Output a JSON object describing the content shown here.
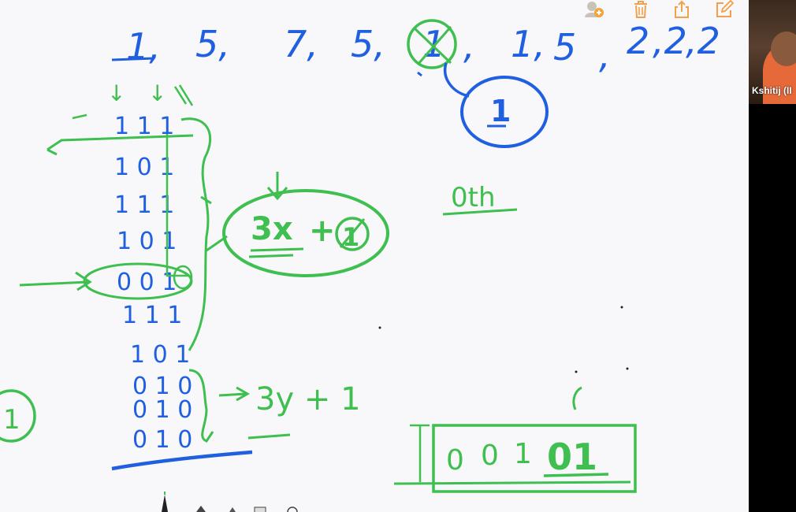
{
  "toolbar": {
    "buttons": [
      {
        "name": "add-participant",
        "icon": "person-plus-icon"
      },
      {
        "name": "delete",
        "icon": "trash-icon"
      },
      {
        "name": "share",
        "icon": "share-icon"
      },
      {
        "name": "edit",
        "icon": "compose-icon"
      }
    ]
  },
  "video": {
    "participant_name": "Kshitij (II"
  },
  "whiteboard": {
    "top_sequence": [
      "1,",
      "5,",
      "7,",
      "5,",
      "1",
      ",",
      "1,",
      "5",
      ",",
      "2",
      ",2",
      ",2"
    ],
    "circled_answer": "1",
    "column_arrows": "↓",
    "binary_rows": [
      "1 1 1",
      "1 0 1",
      "1 1 1",
      "1 0 1",
      "0 0 1",
      "1 1 1",
      "1 0 1",
      "0 1 0",
      "0 1 0",
      "0 1 0"
    ],
    "expr_top": "3x",
    "expr_plus": "+",
    "expr_circled": "1",
    "expr_bottom": "3y + 1",
    "side_mark": "0th",
    "left_circled": "1",
    "box_digits": [
      "0",
      "0",
      "1"
    ],
    "box_bold": "01"
  },
  "colors": {
    "ink_blue": "#1f5fe0",
    "ink_green": "#3fbf4f",
    "background": "#f8f8fa"
  }
}
